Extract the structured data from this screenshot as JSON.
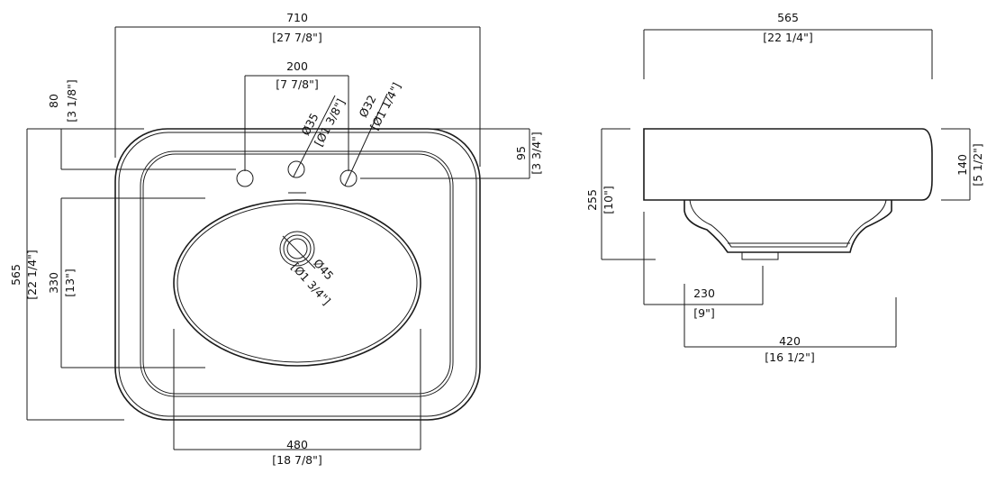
{
  "top_view": {
    "overall_width": {
      "mm": "710",
      "in": "[27 7/8\"]"
    },
    "tap_spacing": {
      "mm": "200",
      "in": "[7 7/8\"]"
    },
    "deck_depth": {
      "mm": "80",
      "in": "[3 1/8\"]"
    },
    "overall_depth": {
      "mm": "565",
      "in": "[22 1/4\"]"
    },
    "bowl_depth": {
      "mm": "330",
      "in": "[13\"]"
    },
    "bowl_width": {
      "mm": "480",
      "in": "[18 7/8\"]"
    },
    "hole_offset": {
      "mm": "95",
      "in": "[3 3/4\"]"
    },
    "center_hole": {
      "mm": "Ø35",
      "in": "[Ø1 3/8\"]"
    },
    "side_hole": {
      "mm": "Ø32",
      "in": "[Ø1 1/4\"]"
    },
    "drain": {
      "mm": "Ø45",
      "in": "[Ø1 3/4\"]"
    }
  },
  "side_view": {
    "overall_depth": {
      "mm": "565",
      "in": "[22 1/4\"]"
    },
    "total_height": {
      "mm": "255",
      "in": "[10\"]"
    },
    "rim_height": {
      "mm": "140",
      "in": "[5 1/2\"]"
    },
    "drain_offset": {
      "mm": "230",
      "in": "[9\"]"
    },
    "bowl_length": {
      "mm": "420",
      "in": "[16 1/2\"]"
    }
  }
}
